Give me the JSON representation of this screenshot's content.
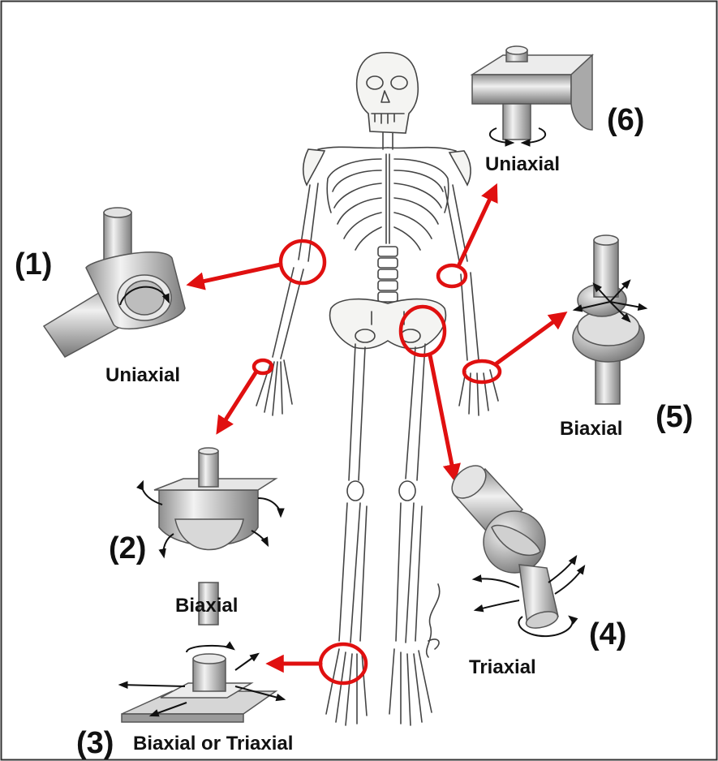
{
  "joints": [
    {
      "number": "(1)",
      "axis": "Uniaxial"
    },
    {
      "number": "(2)",
      "axis": "Biaxial"
    },
    {
      "number": "(3)",
      "axis": "Biaxial or Triaxial"
    },
    {
      "number": "(4)",
      "axis": "Triaxial"
    },
    {
      "number": "(5)",
      "axis": "Biaxial"
    },
    {
      "number": "(6)",
      "axis": "Uniaxial"
    }
  ],
  "colors": {
    "highlight": "#e01010",
    "metal": "#c8c8c8",
    "outline": "#111111"
  }
}
